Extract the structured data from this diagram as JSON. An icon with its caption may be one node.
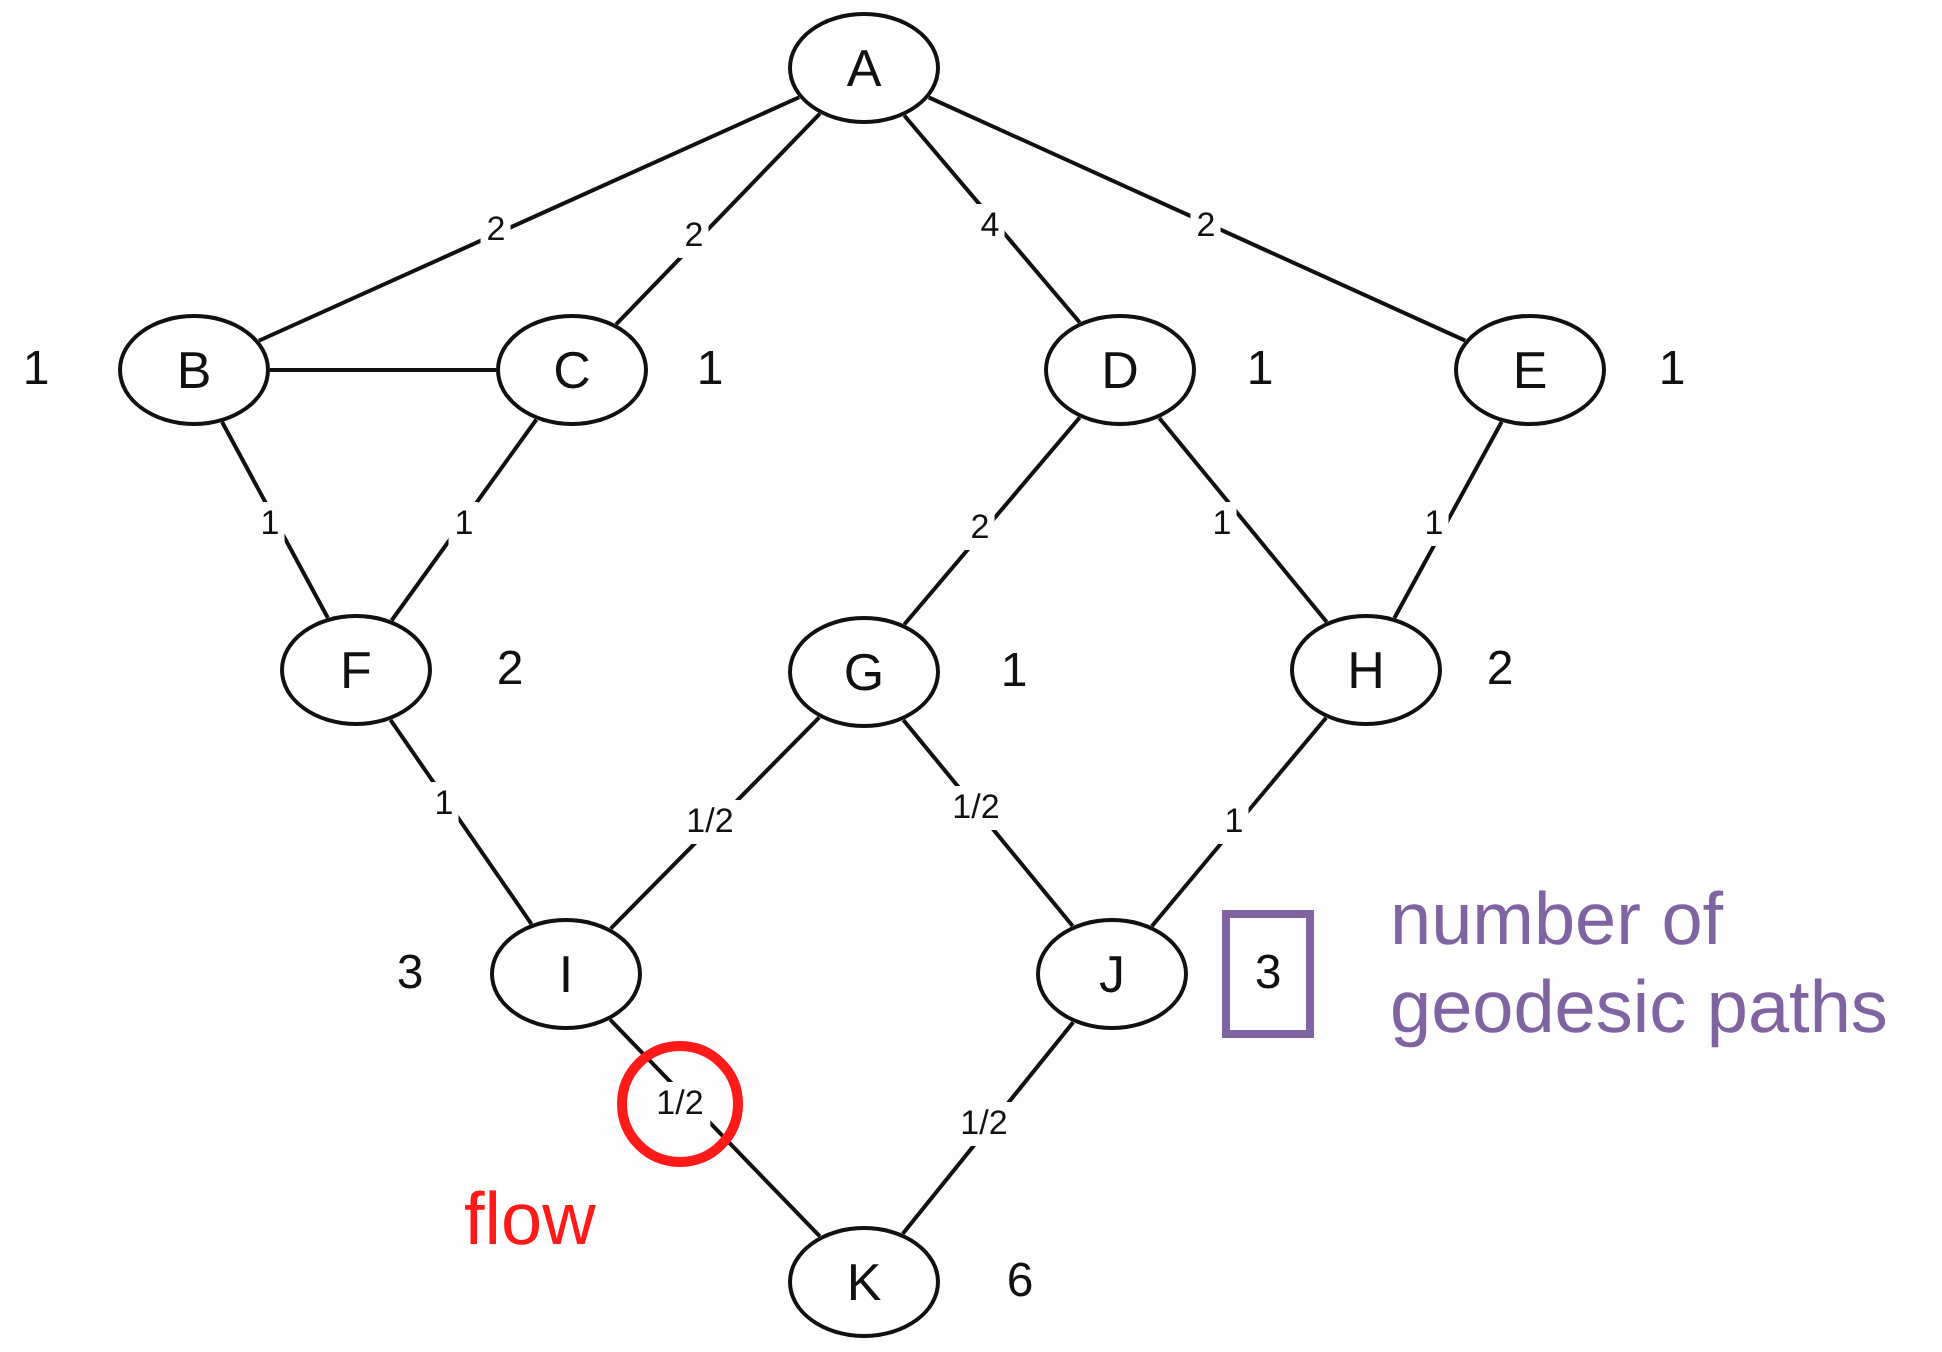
{
  "diagram": {
    "nodes": [
      {
        "text": [
          "A"
        ]
      },
      {
        "text": [
          "B"
        ],
        "beside": [
          "1"
        ]
      },
      {
        "text": [
          "C"
        ],
        "beside": [
          "1"
        ]
      },
      {
        "text": [
          "D"
        ],
        "beside": [
          "1"
        ]
      },
      {
        "text": [
          "E"
        ],
        "beside": [
          "1"
        ]
      },
      {
        "text": [
          "F"
        ],
        "beside": [
          "2"
        ]
      },
      {
        "text": [
          "G"
        ],
        "beside": [
          "1"
        ]
      },
      {
        "text": [
          "H"
        ],
        "beside": [
          "2"
        ]
      },
      {
        "text": [
          "I"
        ],
        "beside": [
          "3"
        ]
      },
      {
        "text": [
          "J"
        ],
        "beside": [
          "3"
        ]
      },
      {
        "text": [
          "K"
        ],
        "beside": [
          "6"
        ]
      }
    ],
    "edges": [
      {
        "from": 0,
        "to": 1,
        "arrow": "none",
        "label": "2"
      },
      {
        "from": 0,
        "to": 2,
        "arrow": "none",
        "label": "2"
      },
      {
        "from": 0,
        "to": 3,
        "arrow": "none",
        "label": "4"
      },
      {
        "from": 0,
        "to": 4,
        "arrow": "none",
        "label": "2"
      },
      {
        "from": 1,
        "to": 2,
        "arrow": "none"
      },
      {
        "from": 1,
        "to": 5,
        "arrow": "none",
        "label": "1"
      },
      {
        "from": 2,
        "to": 5,
        "arrow": "none",
        "label": "1"
      },
      {
        "from": 3,
        "to": 6,
        "arrow": "none",
        "label": "2"
      },
      {
        "from": 3,
        "to": 7,
        "arrow": "none",
        "label": "1"
      },
      {
        "from": 4,
        "to": 7,
        "arrow": "none",
        "label": "1"
      },
      {
        "from": 5,
        "to": 8,
        "arrow": "none",
        "label": "1"
      },
      {
        "from": 6,
        "to": 8,
        "arrow": "none",
        "label": "1/2"
      },
      {
        "from": 6,
        "to": 9,
        "arrow": "none",
        "label": "1/2"
      },
      {
        "from": 7,
        "to": 9,
        "arrow": "none",
        "label": "1"
      },
      {
        "from": 8,
        "to": 10,
        "arrow": "none",
        "label": "1/2"
      },
      {
        "from": 9,
        "to": 10,
        "arrow": "none",
        "label": "1/2"
      }
    ],
    "labels": [
      "number of geodesic paths",
      "flow"
    ]
  }
}
